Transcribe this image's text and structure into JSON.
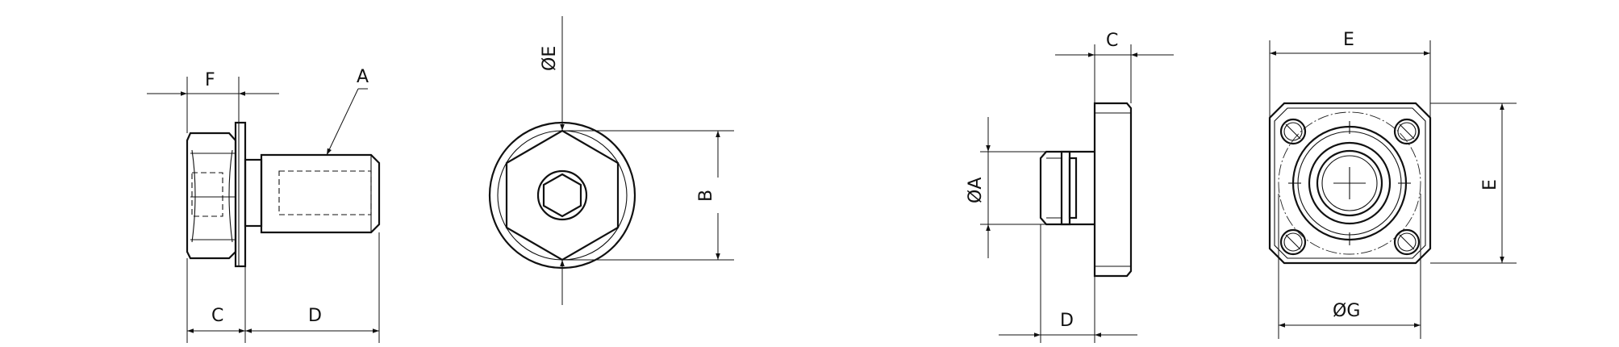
{
  "labels": {
    "view1_F": "F",
    "view1_A": "A",
    "view1_C": "C",
    "view1_D": "D",
    "view2_phiE": "ØE",
    "view2_B": "B",
    "view3_C": "C",
    "view3_phiA": "ØA",
    "view3_D": "D",
    "view4_E_top": "E",
    "view4_E_side": "E",
    "view4_phiG": "ØG"
  }
}
